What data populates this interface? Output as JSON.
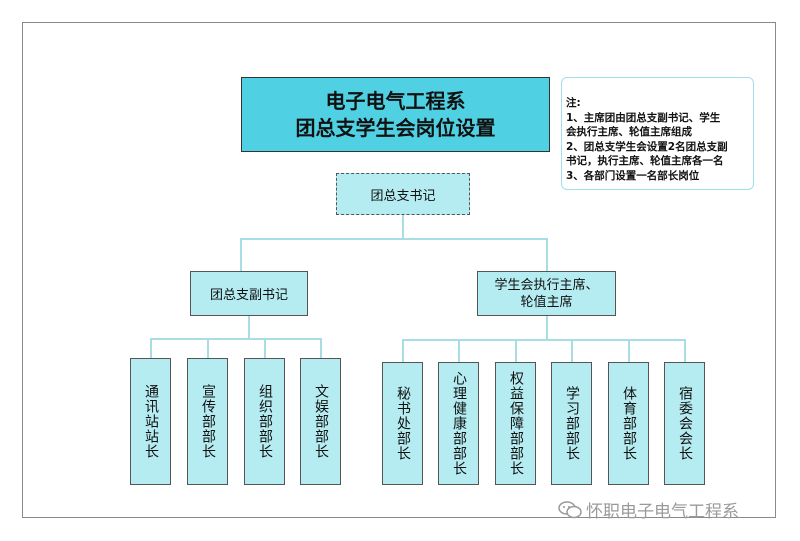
{
  "title": {
    "line1": "电子电气工程系",
    "line2": "团总支学生会岗位设置"
  },
  "note": {
    "heading": "注:",
    "lines": [
      "1、主席团由团总支副书记、学生",
      "会执行主席、轮值主席组成",
      "2、团总支学生会设置2名团总支副",
      "书记，执行主席、轮值主席各一名",
      "3、各部门设置一名部长岗位"
    ]
  },
  "nodes": {
    "secretary": "团总支书记",
    "vice_secretary": "团总支副书记",
    "chair": "学生会执行主席、轮值主席"
  },
  "left_departments": [
    "通讯站站长",
    "宣传部部长",
    "组织部部长",
    "文娱部部长"
  ],
  "right_departments": [
    "秘书处部长",
    "心理健康部部长",
    "权益保障部部长",
    "学习部部长",
    "体育部部长",
    "宿委会会长"
  ],
  "watermark": "怀职电子电气工程系",
  "colors": {
    "title_fill": "#4fd0e3",
    "box_fill": "#b4ecf1",
    "connector": "#a8dde6"
  }
}
